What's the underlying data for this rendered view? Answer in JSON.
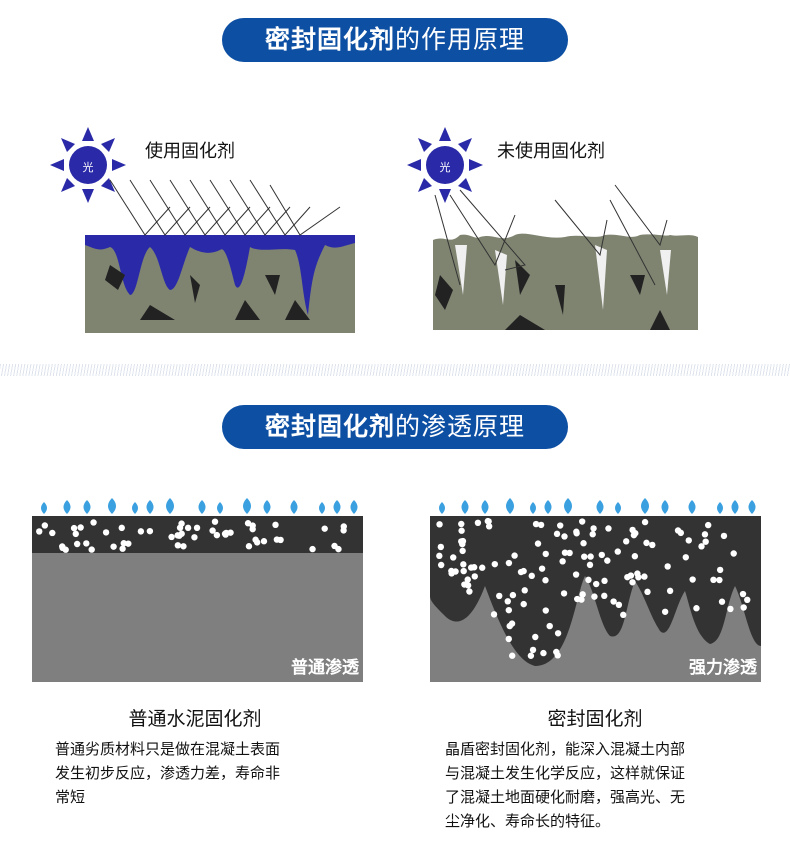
{
  "section1": {
    "title_bold": "密封固化剂",
    "title_rest": "的作用原理"
  },
  "section2": {
    "title_bold": "密封固化剂",
    "title_rest": "的渗透原理"
  },
  "diagram_left": {
    "label": "使用固化剂",
    "sun_text": "光"
  },
  "diagram_right": {
    "label": "未使用固化剂",
    "sun_text": "光"
  },
  "panel_left": {
    "tag": "普通渗透",
    "caption": "普通水泥固化剂",
    "body": [
      "普通劣质材料只是做在混凝土表面",
      "发生初步反应，渗透力差，寿命非",
      "常短"
    ]
  },
  "panel_right": {
    "tag": "强力渗透",
    "caption": "密封固化剂",
    "body": [
      "晶盾密封固化剂，能深入混凝土内部",
      "与混凝土发生化学反应，这样就保证",
      "了混凝土地面硬化耐磨，强高光、无",
      "尘净化、寿命长的特征。"
    ]
  },
  "colors": {
    "banner": "#0d4fa3",
    "sealant": "#2a2aa8",
    "concrete": "#7f8471",
    "drop": "#3aa0e0"
  }
}
